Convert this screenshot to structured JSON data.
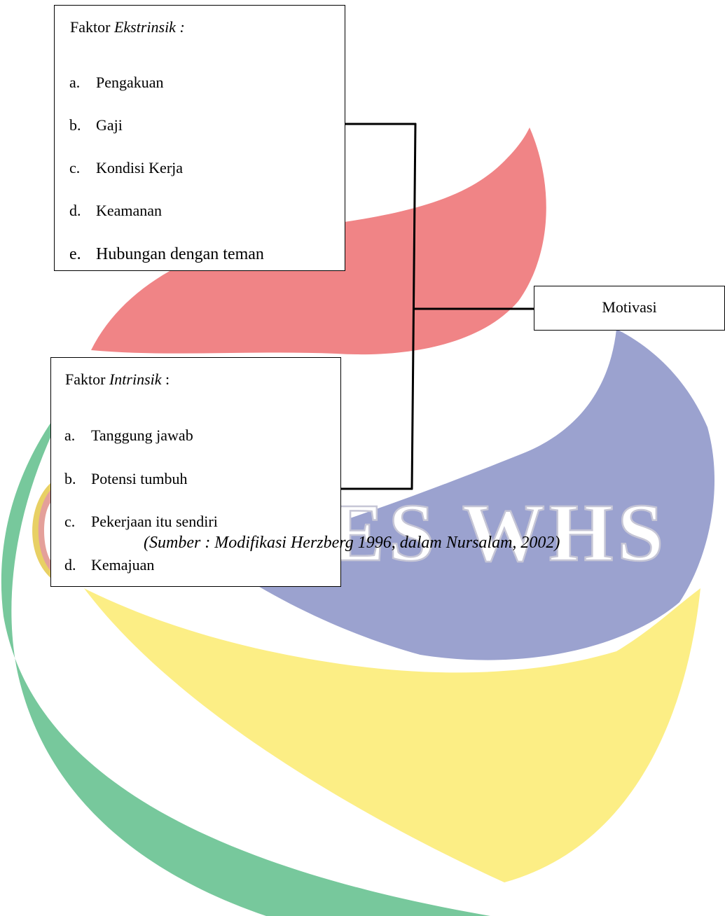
{
  "diagram": {
    "extrinsic": {
      "title_prefix": "Faktor ",
      "title_emph": "Ekstrinsik :",
      "items": [
        {
          "marker": "a.",
          "label": "Pengakuan"
        },
        {
          "marker": "b.",
          "label": "Gaji"
        },
        {
          "marker": "c.",
          "label": "Kondisi Kerja"
        },
        {
          "marker": "d.",
          "label": "Keamanan"
        },
        {
          "marker": "e.",
          "label": "Hubungan dengan teman"
        }
      ]
    },
    "intrinsic": {
      "title_prefix": "Faktor ",
      "title_emph": "Intrinsik",
      "title_suffix": " :",
      "items": [
        {
          "marker": "a.",
          "label": "Tanggung jawab"
        },
        {
          "marker": "b.",
          "label": "Potensi tumbuh"
        },
        {
          "marker": "c.",
          "label": "Pekerjaan itu sendiri"
        },
        {
          "marker": "d.",
          "label": "Kemajuan"
        }
      ]
    },
    "target": "Motivasi",
    "caption": "(Sumber : Modifikasi Herzberg 1996, dalam Nursalam, 2002)"
  },
  "watermark": {
    "text": "ES WHS",
    "colors": {
      "red": "#f08486",
      "blue": "#9ba2cf",
      "yellow": "#fcee85",
      "green": "#77c89c"
    }
  }
}
